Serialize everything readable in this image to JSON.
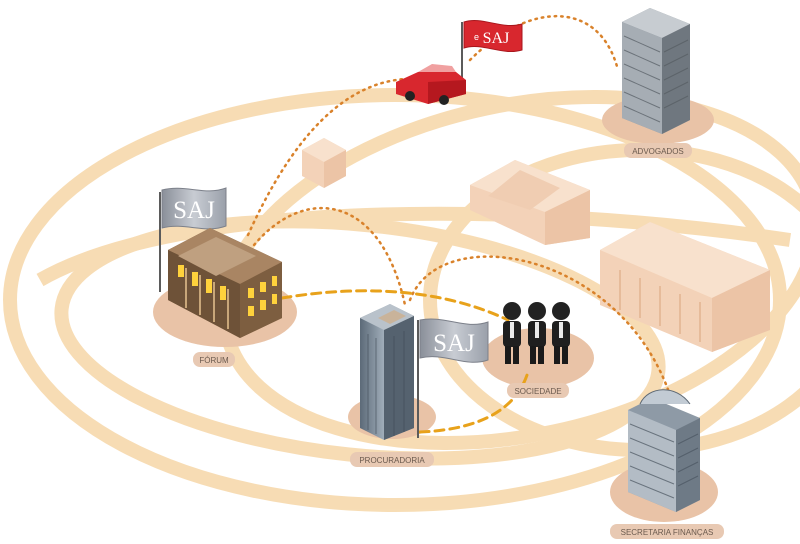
{
  "nodes": {
    "forum": {
      "label": "FÓRUM"
    },
    "procuradoria": {
      "label": "PROCURADORIA"
    },
    "sociedade": {
      "label": "SOCIEDADE"
    },
    "advogados": {
      "label": "ADVOGADOS"
    },
    "secretaria": {
      "label": "SECRETARIA FINANÇAS"
    }
  },
  "flags": {
    "forum_flag": {
      "text": "SAJ"
    },
    "procuradoria_flag": {
      "text": "SAJ"
    },
    "car_flag": {
      "prefix": "e",
      "text": "SAJ"
    }
  },
  "colors": {
    "ring": "#f6d7a8",
    "platform": "#e9c3a7",
    "label_bg": "#e8c9b3",
    "label_text": "#6b5a4e",
    "dotted_link": "#d9822b",
    "dashed_link": "#e8a21b",
    "faded_building": "#f3d2b8",
    "saj_red": "#d8272e"
  }
}
